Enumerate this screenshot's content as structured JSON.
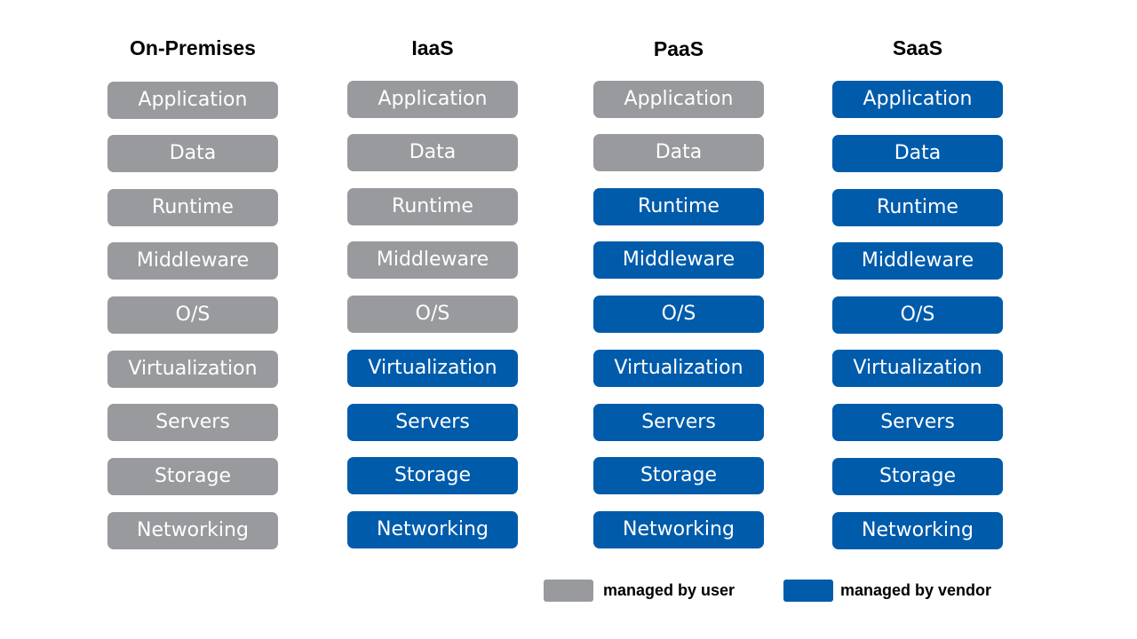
{
  "colors": {
    "user": "#999a9e",
    "vendor": "#005bab"
  },
  "columns": [
    {
      "title": "On-Premises",
      "layers": [
        {
          "label": "Application",
          "managed": "user"
        },
        {
          "label": "Data",
          "managed": "user"
        },
        {
          "label": "Runtime",
          "managed": "user"
        },
        {
          "label": "Middleware",
          "managed": "user"
        },
        {
          "label": "O/S",
          "managed": "user"
        },
        {
          "label": "Virtualization",
          "managed": "user"
        },
        {
          "label": "Servers",
          "managed": "user"
        },
        {
          "label": "Storage",
          "managed": "user"
        },
        {
          "label": "Networking",
          "managed": "user"
        }
      ]
    },
    {
      "title": "IaaS",
      "layers": [
        {
          "label": "Application",
          "managed": "user"
        },
        {
          "label": "Data",
          "managed": "user"
        },
        {
          "label": "Runtime",
          "managed": "user"
        },
        {
          "label": "Middleware",
          "managed": "user"
        },
        {
          "label": "O/S",
          "managed": "user"
        },
        {
          "label": "Virtualization",
          "managed": "vendor"
        },
        {
          "label": "Servers",
          "managed": "vendor"
        },
        {
          "label": "Storage",
          "managed": "vendor"
        },
        {
          "label": "Networking",
          "managed": "vendor"
        }
      ]
    },
    {
      "title": "PaaS",
      "layers": [
        {
          "label": "Application",
          "managed": "user"
        },
        {
          "label": "Data",
          "managed": "user"
        },
        {
          "label": "Runtime",
          "managed": "vendor"
        },
        {
          "label": "Middleware",
          "managed": "vendor"
        },
        {
          "label": "O/S",
          "managed": "vendor"
        },
        {
          "label": "Virtualization",
          "managed": "vendor"
        },
        {
          "label": "Servers",
          "managed": "vendor"
        },
        {
          "label": "Storage",
          "managed": "vendor"
        },
        {
          "label": "Networking",
          "managed": "vendor"
        }
      ]
    },
    {
      "title": "SaaS",
      "layers": [
        {
          "label": "Application",
          "managed": "vendor"
        },
        {
          "label": "Data",
          "managed": "vendor"
        },
        {
          "label": "Runtime",
          "managed": "vendor"
        },
        {
          "label": "Middleware",
          "managed": "vendor"
        },
        {
          "label": "O/S",
          "managed": "vendor"
        },
        {
          "label": "Virtualization",
          "managed": "vendor"
        },
        {
          "label": "Servers",
          "managed": "vendor"
        },
        {
          "label": "Storage",
          "managed": "vendor"
        },
        {
          "label": "Networking",
          "managed": "vendor"
        }
      ]
    }
  ],
  "legend": {
    "user_label": "managed by user",
    "vendor_label": "managed by vendor"
  }
}
